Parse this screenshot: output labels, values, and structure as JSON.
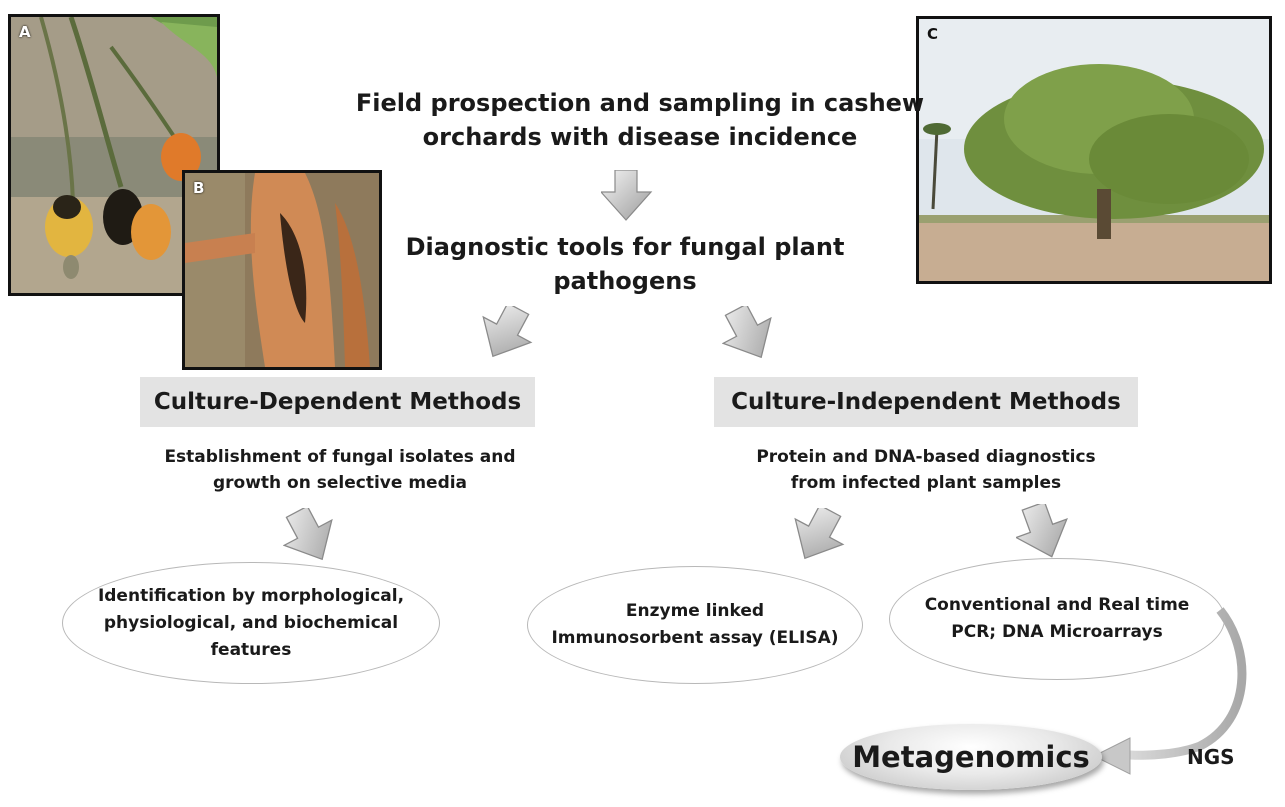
{
  "panels": {
    "a_label": "A",
    "b_label": "B",
    "c_label": "C"
  },
  "steps": {
    "field_line1": "Field prospection and sampling in cashew",
    "field_line2": "orchards with disease incidence",
    "diag_line1": "Diagnostic tools for fungal plant",
    "diag_line2": "pathogens"
  },
  "methods": {
    "dependent": {
      "title": "Culture-Dependent Methods",
      "desc_line1": "Establishment of fungal isolates and",
      "desc_line2": "growth on selective media",
      "result_line1": "Identification by morphological,",
      "result_line2": "physiological, and biochemical",
      "result_line3": "features"
    },
    "independent": {
      "title": "Culture-Independent Methods",
      "desc_line1": "Protein and DNA-based diagnostics",
      "desc_line2": "from infected plant samples",
      "elisa_line1": "Enzyme linked",
      "elisa_line2": "Immunosorbent assay (ELISA)",
      "pcr_line1": "Conventional and Real time",
      "pcr_line2": "PCR; DNA Microarrays"
    }
  },
  "outcome": {
    "metagenomics": "Metagenomics",
    "ngs": "NGS"
  },
  "colors": {
    "method_box": "#e3e3e3",
    "arrow_light": "#ededed",
    "arrow_dark": "#9a9a9a",
    "ellipse_border": "#b8b8b8"
  }
}
